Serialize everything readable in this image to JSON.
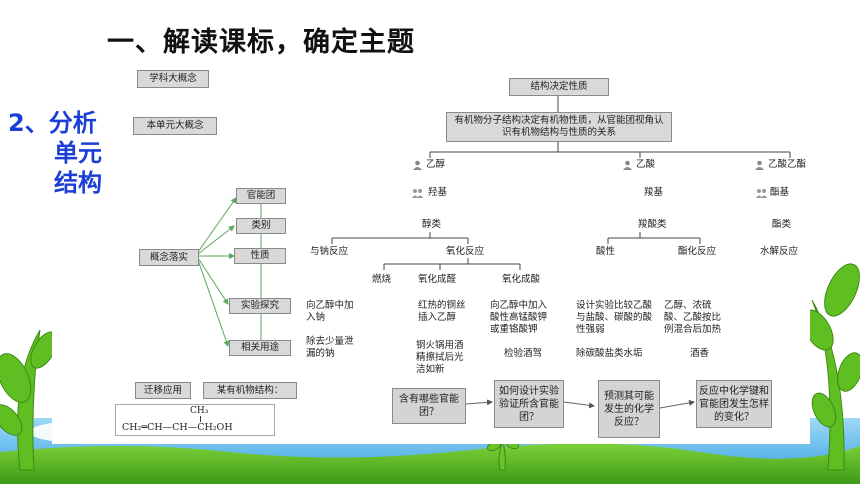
{
  "title": "一、解读课标，确定主题",
  "side_heading": [
    "2、分析",
    "单元",
    "结构"
  ],
  "left_labels": {
    "big_concept": "学科大概念",
    "unit_concept": "本单元大概念",
    "concept_landing": "概念落实",
    "transfer": "迁移应用",
    "some_structure": "某有机物结构："
  },
  "concept_nodes": [
    "官能团",
    "类别",
    "性质",
    "实验探究",
    "相关用途"
  ],
  "structure_formula": {
    "top": "CH₃",
    "bottom": "CH₂═CH—CH—CH₂OH"
  },
  "top_box": "结构决定性质",
  "main_box": "有机物分子结构决定有机物性质，从官能团视角认识有机物结构与性质的关系",
  "substances": [
    {
      "name": "乙醇",
      "group": "羟基",
      "category": "醇类",
      "icon": "person-icon"
    },
    {
      "name": "乙酸",
      "group": "羧基",
      "category": "羧酸类",
      "icon": "person-icon"
    },
    {
      "name": "乙酸乙酯",
      "group": "酯基",
      "category": "酯类",
      "icon": "person-icon"
    }
  ],
  "reactions": {
    "sodium": "与钠反应",
    "oxidation": "氧化反应",
    "combustion": "燃烧",
    "to_aldehyde": "氧化成醛",
    "to_acid": "氧化成酸",
    "acidity": "酸性",
    "esterification": "酯化反应",
    "hydrolysis": "水解反应"
  },
  "details": {
    "sodium_exp": "向乙醇中加入钠",
    "sodium_use": "除去少量泄漏的钠",
    "aldehyde_exp": "红热的铜丝插入乙醇",
    "aldehyde_use": "铜火锅用酒精擦拭后光洁如新",
    "acid_exp": "向乙醇中加入酸性高锰酸钾或重铬酸钾",
    "acid_use": "检验酒驾",
    "acidity_exp": "设计实验比较乙酸与盐酸、碳酸的酸性强弱",
    "acidity_use": "除碳酸盐类水垢",
    "ester_exp": "乙醇、浓硫酸、乙酸按比例混合后加热",
    "ester_use": "酒香"
  },
  "flow_boxes": [
    "含有哪些官能团？",
    "如何设计实验验证所含官能团？",
    "预测其可能发生的化学反应？",
    "反应中化学键和官能团发生怎样的变化？"
  ],
  "colors": {
    "side_heading": "#1b3fd6",
    "concept_arrow": "#5aa65a",
    "sky": "#2fa8e6",
    "grass": "#4caf1c"
  }
}
